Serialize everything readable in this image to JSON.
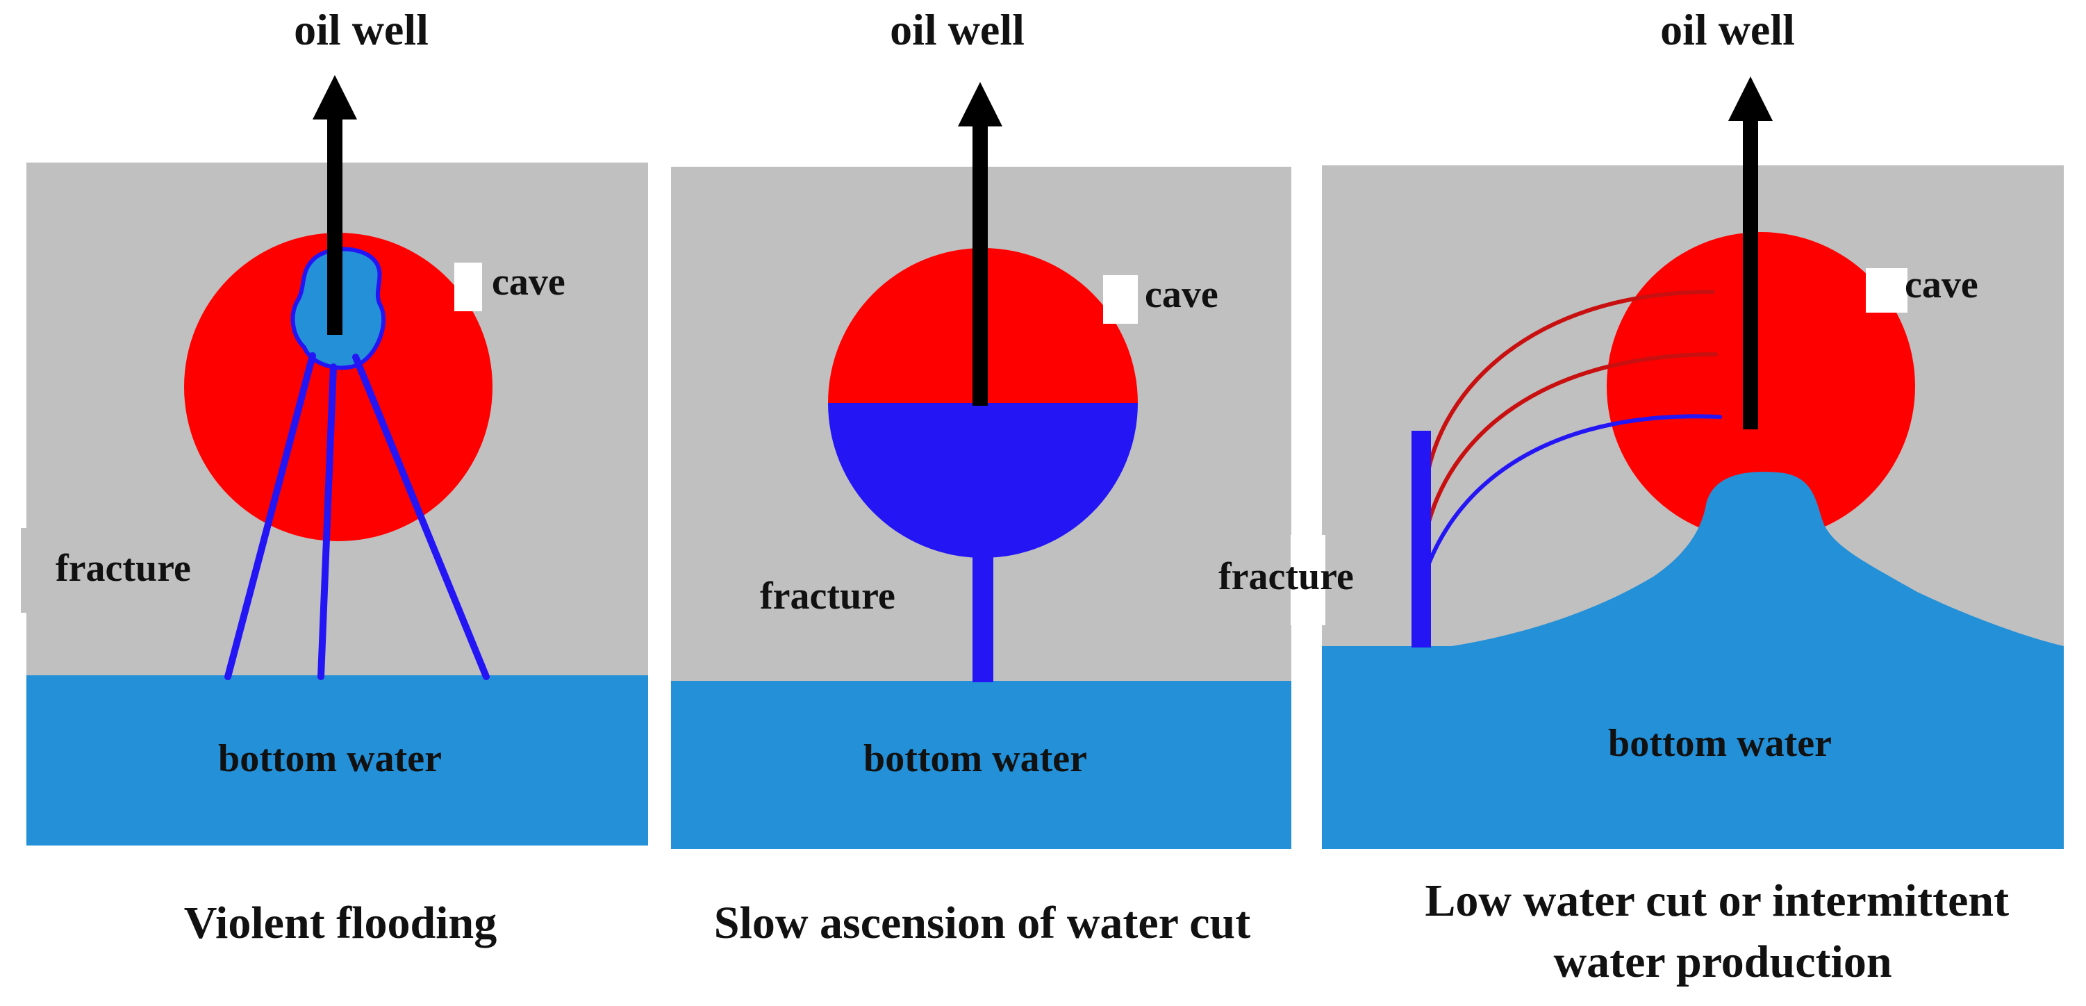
{
  "colors": {
    "rock": "#c0c0c0",
    "cave_oil": "#ff0000",
    "water": "#2390d8",
    "fracture_water": "#2416f4",
    "well": "#000000",
    "flow_oil": "#c81010"
  },
  "panels": [
    {
      "well_label": "oil well",
      "cave_label": "cave",
      "fracture_label": "fracture",
      "water_label": "bottom water",
      "caption": [
        "Violent flooding"
      ]
    },
    {
      "well_label": "oil well",
      "cave_label": "cave",
      "fracture_label": "fracture",
      "water_label": "bottom water",
      "caption": [
        "Slow ascension of water cut"
      ]
    },
    {
      "well_label": "oil well",
      "cave_label": "cave",
      "fracture_label": "fracture",
      "water_label": "bottom water",
      "caption": [
        "Low water cut or intermittent",
        "water production"
      ]
    }
  ]
}
